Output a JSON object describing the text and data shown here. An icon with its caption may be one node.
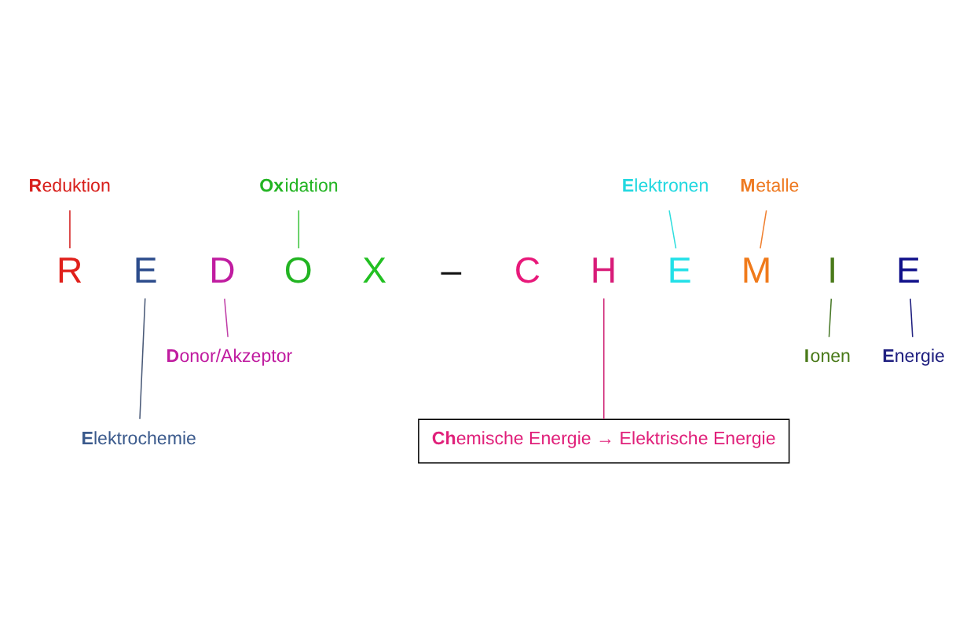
{
  "diagram": {
    "nodes": [
      {
        "text": [
          "**E**lektronen"
        ]
      },
      {
        "text": [
          "**Ox**idation"
        ]
      },
      {
        "text": [
          "**M**etalle"
        ]
      },
      {
        "text": [
          "**R**eduktion"
        ]
      },
      {
        "text": [
          "R"
        ]
      },
      {
        "text": [
          "E"
        ]
      },
      {
        "text": [
          "D"
        ]
      },
      {
        "text": [
          "O"
        ]
      },
      {
        "text": [
          "X"
        ]
      },
      {
        "text": [
          "–"
        ]
      },
      {
        "text": [
          "C"
        ]
      },
      {
        "text": [
          "H"
        ]
      },
      {
        "text": [
          "E"
        ]
      },
      {
        "text": [
          "M"
        ]
      },
      {
        "text": [
          "I"
        ]
      },
      {
        "text": [
          "E"
        ]
      },
      {
        "text": [
          "**D**onor/Akzeptor"
        ]
      },
      {
        "text": [
          "**I**onen"
        ]
      },
      {
        "text": [
          "**E**nergie"
        ]
      },
      {
        "text": [
          "**E**lektrochemie"
        ]
      },
      {
        "text": [
          "**Ch**emische Energie → Elektrische Energie"
        ]
      }
    ],
    "edges": [
      {
        "from": 3,
        "to": 4,
        "arrow": "none",
        "color": "#d42020"
      },
      {
        "from": 1,
        "to": 7,
        "arrow": "none",
        "color": "#3cc43c"
      },
      {
        "from": 0,
        "to": 12,
        "arrow": "none",
        "color": "#30dede"
      },
      {
        "from": 2,
        "to": 13,
        "arrow": "none",
        "color": "#f08030"
      },
      {
        "from": 5,
        "to": 19,
        "arrow": "none",
        "color": "#4a5a78"
      },
      {
        "from": 6,
        "to": 16,
        "arrow": "none",
        "color": "#c040a8"
      },
      {
        "from": 11,
        "to": 20,
        "arrow": "none",
        "color": "#d02878"
      },
      {
        "from": 14,
        "to": 17,
        "arrow": "none",
        "color": "#4a7a2a"
      },
      {
        "from": 15,
        "to": 18,
        "arrow": "none",
        "color": "#202080"
      }
    ]
  }
}
